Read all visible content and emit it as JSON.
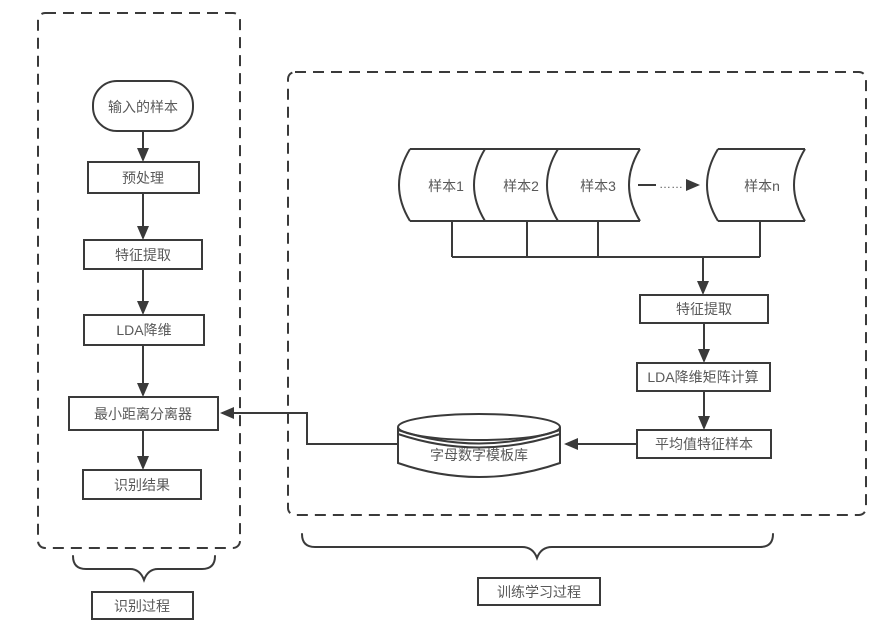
{
  "colors": {
    "line": "#3a3a3a",
    "text": "#595959",
    "background": "#ffffff"
  },
  "recognition": {
    "nodes": {
      "input": "输入的样本",
      "preprocess": "预处理",
      "feature": "特征提取",
      "lda": "LDA降维",
      "classifier": "最小距离分离器",
      "result": "识别结果"
    },
    "label": "识别过程"
  },
  "training": {
    "samples": [
      "样本1",
      "样本2",
      "样本3",
      "样本n"
    ],
    "ellipsis": "……",
    "nodes": {
      "feature": "特征提取",
      "lda_matrix": "LDA降维矩阵计算",
      "mean": "平均值特征样本",
      "template_db": "字母数字模板库"
    },
    "label": "训练学习过程"
  }
}
